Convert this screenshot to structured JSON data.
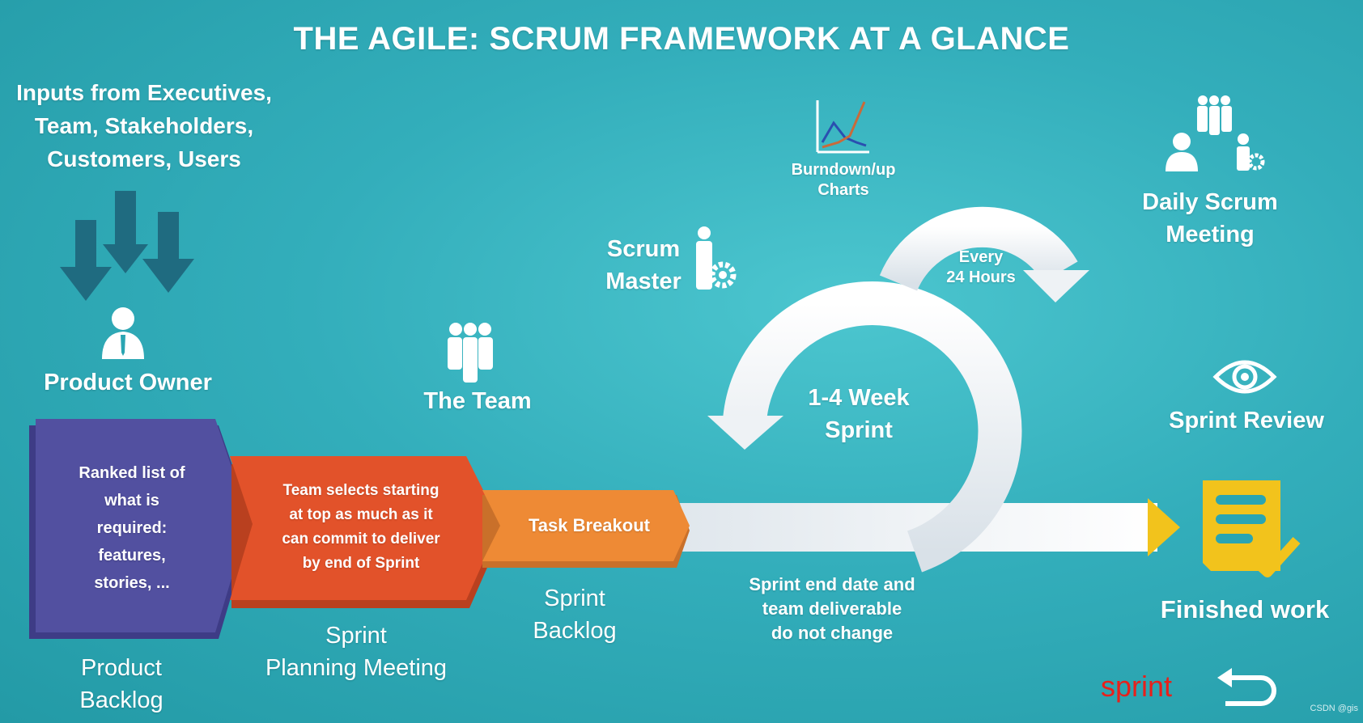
{
  "title": "THE AGILE: SCRUM FRAMEWORK AT A GLANCE",
  "inputs": "Inputs from Executives,\nTeam, Stakeholders,\nCustomers, Users",
  "roles": {
    "product_owner": "Product Owner",
    "the_team": "The Team",
    "scrum_master": "Scrum\nMaster",
    "burndown": "Burndown/up\nCharts",
    "daily_scrum": "Daily Scrum\nMeeting",
    "sprint_review": "Sprint Review",
    "finished_work": "Finished work"
  },
  "stages": {
    "product_backlog": {
      "box_text": "Ranked list of\nwhat is\nrequired:\nfeatures,\nstories, ...",
      "label": "Product\nBacklog",
      "color": "#5250a0"
    },
    "sprint_planning": {
      "box_text": "Team selects starting\nat top as much as it\ncan commit to deliver\nby end of Sprint",
      "label": "Sprint\nPlanning Meeting",
      "color": "#e2522a"
    },
    "sprint_backlog": {
      "box_text": "Task Breakout",
      "label": "Sprint\nBacklog",
      "color": "#ee8a35"
    }
  },
  "cycle": {
    "daily_loop": "Every\n24 Hours",
    "sprint_loop": "1-4 Week\nSprint",
    "sprint_note": "Sprint end date and\nteam deliverable\ndo not change"
  },
  "overlay": {
    "sprint_text": "sprint",
    "watermark": "CSDN @gis",
    "overlay_color": "#e8201b"
  },
  "colors": {
    "background": "#33aebb",
    "arrow_dark": "#1f6b80",
    "loop_white": "#eef2f5",
    "finished_yellow": "#f2c31c"
  },
  "icons": [
    "down-arrows-icon",
    "person-icon",
    "team-icon",
    "scrum-master-icon",
    "burndown-chart-icon",
    "daily-scrum-icon",
    "eye-icon",
    "finished-document-icon",
    "return-arrow-icon"
  ]
}
